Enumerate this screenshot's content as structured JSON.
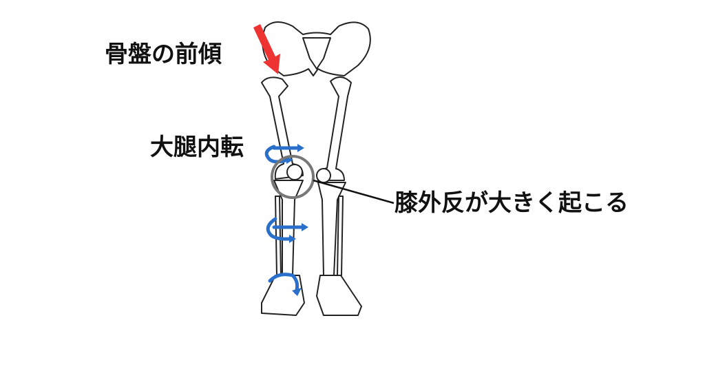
{
  "labels": {
    "pelvis": "骨盤の前傾",
    "femur": "大腿内転",
    "knee": "膝外反が大きく起こる"
  },
  "colors": {
    "red_arrow": "#ee3333",
    "blue_arrow": "#2a6fc9",
    "circle": "#777777",
    "bone_stroke": "#222222"
  }
}
